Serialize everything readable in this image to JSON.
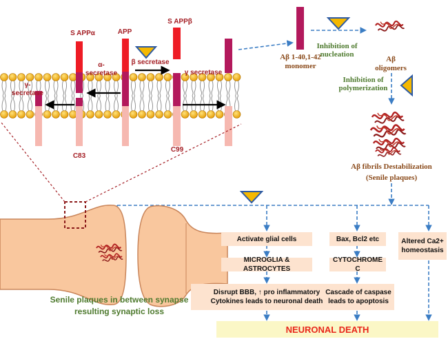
{
  "membrane": {
    "sappa": "S APPα",
    "app": "APP",
    "sappb": "S APPβ",
    "gamma_secretase_1": "γ-",
    "gamma_secretase_2": "secretase",
    "alpha_secretase_1": "α-",
    "alpha_secretase_2": "secretase",
    "beta_secretase": "β secretase",
    "gamma_secretase_right": "γ secretase",
    "c83": "C83",
    "c99": "C99"
  },
  "pathway": {
    "monomer_1": "Aβ 1-40,1-42",
    "monomer_2": "monomer",
    "inhibition_nucleation_1": "Inhibition of",
    "inhibition_nucleation_2": "nucleation",
    "oligomers_1": "Aβ",
    "oligomers_2": "oligomers",
    "inhibition_polymerization_1": "Inhibition of",
    "inhibition_polymerization_2": "polymerization",
    "fibrils_1": "Aβ fibrils Destabilization",
    "fibrils_2": "(Senile plaques)"
  },
  "boxes": {
    "activate_glial": "Activate glial  cells",
    "microglia": "MICROGLIA & ASTROCYTES",
    "disrupt_1": "Disrupt BBB, ↑ pro inflammatory",
    "disrupt_2": "Cytokines leads to neuronal death",
    "bax": "Bax, Bcl2 etc",
    "cytochrome": "CYTOCHROME C",
    "caspase_1": "Cascade of caspase",
    "caspase_2": "leads to apoptosis",
    "calcium_1": "Altered Ca2+",
    "calcium_2": "homeostasis",
    "neuronal_death": "NEURONAL DEATH"
  },
  "synapse": {
    "caption_1": "Senile plaques in between synapse",
    "caption_2": "resulting synaptic loss"
  },
  "colors": {
    "red": "#ee1c25",
    "magenta": "#b3195c",
    "pink": "#f6b8b0",
    "label_red": "#a41e24",
    "label_brown": "#8a4a1a",
    "label_green": "#4e7a2e",
    "arrow_blue": "#3b7dc4",
    "box_fill": "#fde3cf",
    "neuron_fill": "#f9c79e",
    "neuron_stroke": "#c9855a",
    "triangle_fill": "#f5b800",
    "triangle_stroke": "#2d5aa3",
    "death_fill": "#fbf7c6"
  },
  "icons": [
    "inhibitor-triangle-icon",
    "protein-coil-icon"
  ]
}
